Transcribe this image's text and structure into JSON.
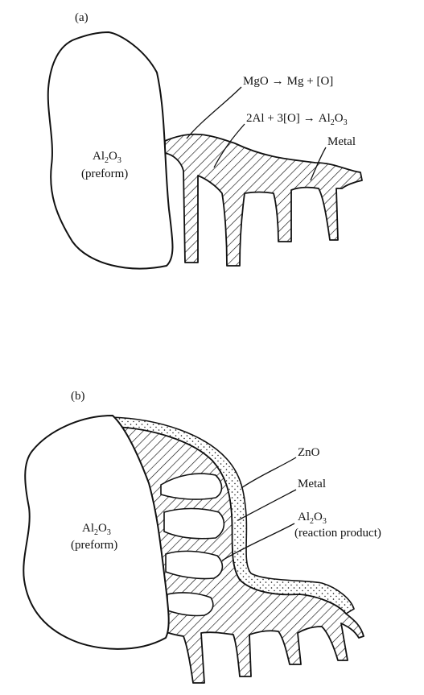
{
  "panel_a": {
    "tag": "(a)",
    "preform_formula": {
      "main": "Al",
      "sub1": "2",
      "mid": "O",
      "sub2": "3"
    },
    "preform_note": "(preform)",
    "reaction1": {
      "left": "MgO",
      "arrow": "→",
      "right": "Mg + [O]"
    },
    "reaction2": {
      "left": "2Al + 3[O]",
      "arrow": "→",
      "right_main": "Al",
      "right_sub1": "2",
      "right_mid": "O",
      "right_sub2": "3"
    },
    "metal_label": "Metal"
  },
  "panel_b": {
    "tag": "(b)",
    "preform_formula": {
      "main": "Al",
      "sub1": "2",
      "mid": "O",
      "sub2": "3"
    },
    "preform_note": "(preform)",
    "zno_label": "ZnO",
    "metal_label": "Metal",
    "product_formula": {
      "main": "Al",
      "sub1": "2",
      "mid": "O",
      "sub2": "3"
    },
    "product_note": "(reaction product)"
  }
}
